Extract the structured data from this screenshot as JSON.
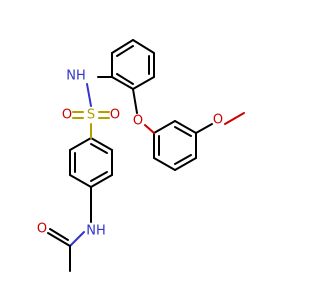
{
  "molecule": {
    "colors": {
      "bond": "#000000",
      "nitrogen": "#3333cc",
      "oxygen": "#cc0000",
      "sulfur": "#b3a000"
    },
    "labels": {
      "sulfonamide_nh": "NH",
      "sulfonyl_s": "S",
      "sulfonyl_o_left": "O",
      "sulfonyl_o_right": "O",
      "ether_o": "O",
      "methoxy_o": "O",
      "amide_nh": "NH",
      "carbonyl_o": "O"
    }
  }
}
